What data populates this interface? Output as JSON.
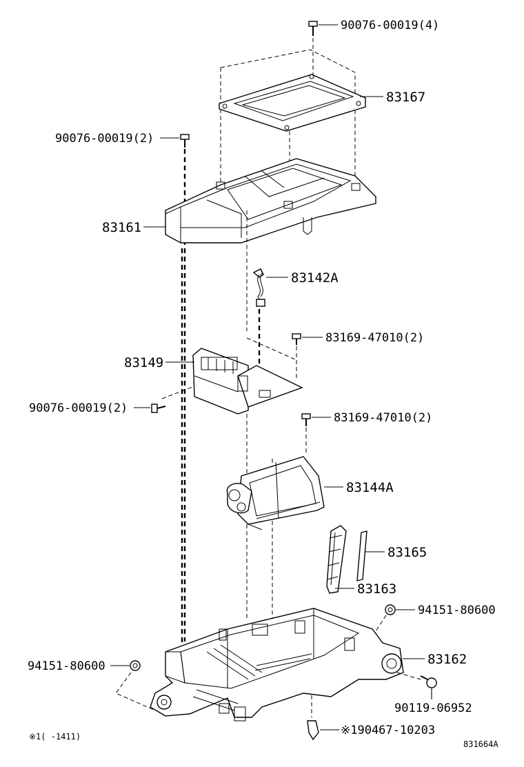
{
  "diagram": {
    "drawing_number": "831664A",
    "footnote": "※1(   -1411)",
    "callouts": [
      {
        "id": "screw-top",
        "text": "90076-00019(4)"
      },
      {
        "id": "bracket-83167",
        "text": "83167"
      },
      {
        "id": "screw-left-upper",
        "text": "90076-00019(2)"
      },
      {
        "id": "housing-83161",
        "text": "83161"
      },
      {
        "id": "wire-83142a",
        "text": "83142A"
      },
      {
        "id": "screw-83169-upper",
        "text": "83169-47010(2)"
      },
      {
        "id": "module-83149",
        "text": "83149"
      },
      {
        "id": "screw-left-mid",
        "text": "90076-00019(2)"
      },
      {
        "id": "screw-83169-lower",
        "text": "83169-47010(2)"
      },
      {
        "id": "unit-83144a",
        "text": "83144A"
      },
      {
        "id": "plate-83165",
        "text": "83165"
      },
      {
        "id": "clip-83163",
        "text": "83163"
      },
      {
        "id": "nut-right",
        "text": "94151-80600"
      },
      {
        "id": "base-83162",
        "text": "83162"
      },
      {
        "id": "nut-left",
        "text": "94151-80600"
      },
      {
        "id": "screw-90119",
        "text": "90119-06952"
      },
      {
        "id": "clip-bottom",
        "text": "※190467-10203"
      }
    ]
  }
}
